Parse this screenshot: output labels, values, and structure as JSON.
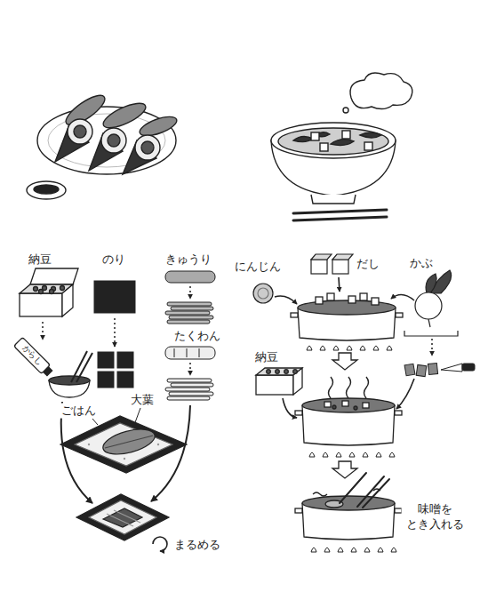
{
  "diagram": {
    "labels": [
      "納豆",
      "のり",
      "きゅうり",
      "からし",
      "たくわん",
      "ごはん",
      "大葉",
      "まるめる",
      "にんじん",
      "だし",
      "かぶ",
      "納豆",
      "味噌を とき入れる"
    ]
  }
}
